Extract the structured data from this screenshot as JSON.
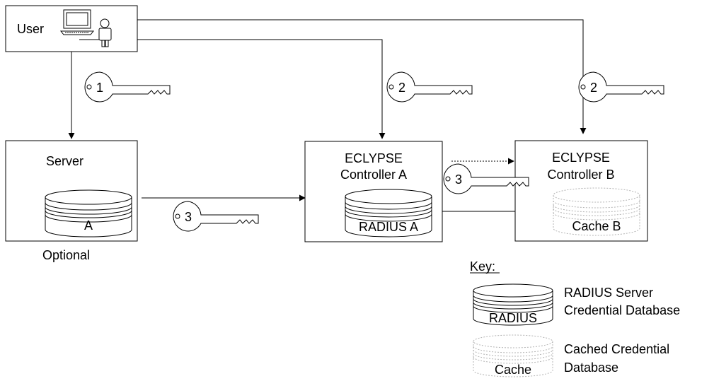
{
  "user": {
    "label": "User"
  },
  "server": {
    "title": "Server",
    "db_label": "A",
    "note": "Optional"
  },
  "controller_a": {
    "title_line1": "ECLYPSE",
    "title_line2": "Controller A",
    "db_label": "RADIUS A"
  },
  "controller_b": {
    "title_line1": "ECLYPSE",
    "title_line2": "Controller B",
    "db_label": "Cache B"
  },
  "keys": {
    "user_to_server": "1",
    "user_to_controller_a": "2",
    "user_to_controller_b": "2",
    "controller_b_to_a": "3",
    "server_to_controller_a": "3"
  },
  "legend": {
    "heading": "Key:",
    "radius_db_label": "RADIUS",
    "radius_line1": "RADIUS Server",
    "radius_line2": "Credential Database",
    "cache_db_label": "Cache",
    "cache_line1": "Cached Credential",
    "cache_line2": "Database"
  },
  "colors": {
    "line": "#000000",
    "dashed": "#b3b3b3",
    "background": "#ffffff"
  }
}
